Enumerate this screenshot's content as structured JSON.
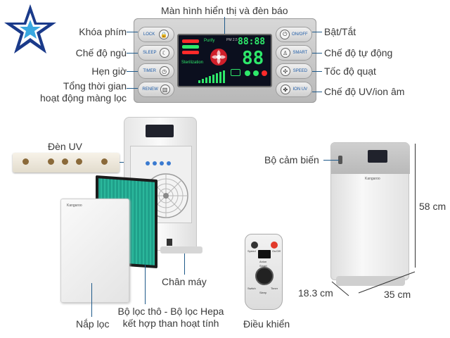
{
  "labels": {
    "screen": "Màn hình hiển thị và đèn báo",
    "lock": "Khóa phím",
    "sleep": "Chế độ ngủ",
    "timer": "Hẹn giờ",
    "filter_time_1": "Tổng thời gian",
    "filter_time_2": "hoạt động màng lọc",
    "power": "Bật/Tắt",
    "auto": "Chế độ tự động",
    "fan_speed": "Tốc độ quạt",
    "uv_ion": "Chế độ UV/ion âm",
    "uv_lamp": "Đèn UV",
    "sensor": "Bộ cảm biến",
    "stand": "Chân máy",
    "cover": "Nắp lọc",
    "filter_1": "Bộ lọc thô - Bộ lọc Hepa",
    "filter_2": "kết hợp than hoạt tính",
    "remote": "Điều khiển"
  },
  "dimensions": {
    "height": "58 cm",
    "depth": "18.3 cm",
    "width": "35 cm"
  },
  "panel_buttons": {
    "lock": "LOCK",
    "sleep": "SLEEP",
    "timer": "TIMER",
    "renew": "RENEW",
    "onoff": "ON/OFF",
    "smart": "SMART",
    "speed": "SPEED",
    "uv": "ION UV"
  },
  "display": {
    "digits": "88",
    "digits_small": "88:88",
    "pm": "PM 2.5",
    "purify": "Purify",
    "sterilization": "Sterilization"
  },
  "remote_buttons": {
    "speed": "Speed",
    "onoff": "On/Off",
    "anion": "Anion",
    "smart": "Smart",
    "switch": "Switch",
    "timer": "Timer",
    "sleep": "Sleep"
  },
  "brand": "Kangaroo",
  "colors": {
    "accent": "#1f5a8a",
    "screen_green": "#2ee86a",
    "screen_red": "#ff2a2a",
    "filter_teal": "#1fa08a"
  }
}
